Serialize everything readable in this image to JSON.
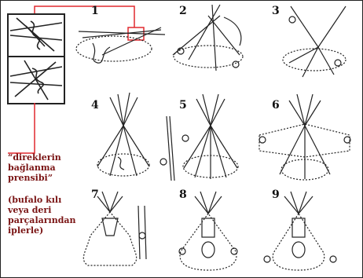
{
  "caption": {
    "main": "“direklerin bağlanma prensibi”",
    "sub": "(bufalo kılı veya deri parçalarından iplerle)"
  },
  "steps": [
    "1",
    "2",
    "3",
    "4",
    "5",
    "6",
    "7",
    "8",
    "9"
  ],
  "colors": {
    "callout": "#e0282e",
    "caption": "#7a1414",
    "ink": "#222222"
  }
}
